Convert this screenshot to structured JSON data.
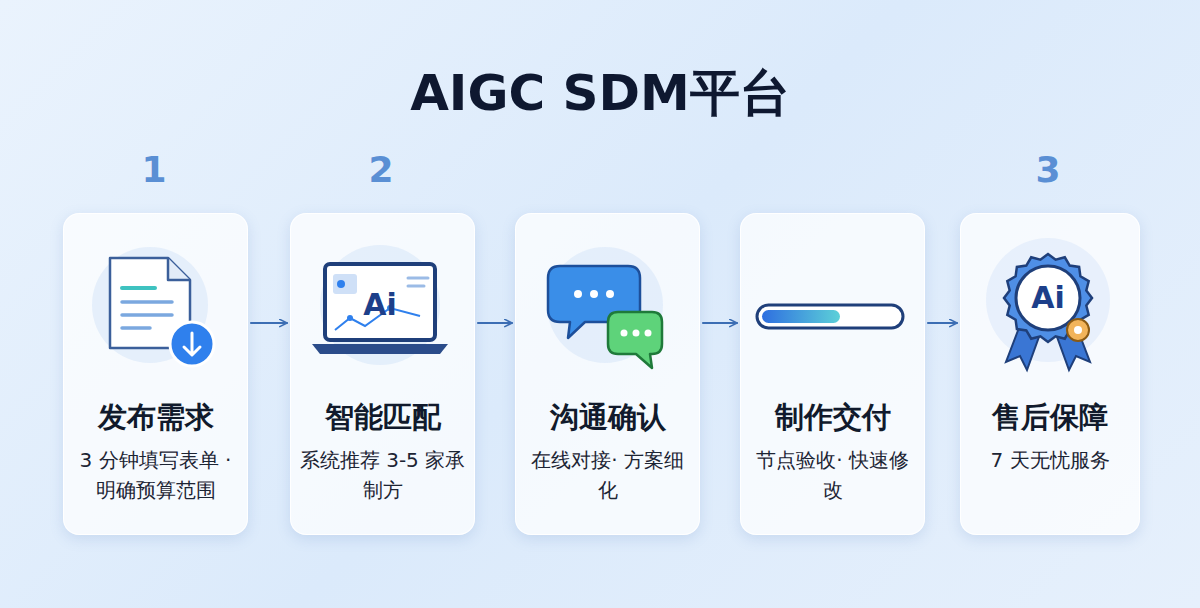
{
  "diagram": {
    "title": "AIGC SDM平台",
    "nodes": [
      {
        "text": [
          "发布需求",
          "3 分钟填写表单 ·明确预算范围"
        ]
      },
      {
        "text": [
          "智能匹配",
          "系统推荐 3-5 家承制方"
        ]
      },
      {
        "text": [
          "沟通确认",
          "在线对接· 方案细化"
        ]
      },
      {
        "text": [
          "制作交付",
          "节点验收· 快速修改"
        ]
      },
      {
        "text": [
          "售后保障",
          "7 天无忧服务"
        ]
      }
    ],
    "edges": [
      {
        "from": 0,
        "to": 1,
        "arrow": "to"
      },
      {
        "from": 1,
        "to": 2,
        "arrow": "to"
      },
      {
        "from": 2,
        "to": 3,
        "arrow": "to"
      },
      {
        "from": 3,
        "to": 4,
        "arrow": "to"
      }
    ],
    "labels": [
      "1",
      "2",
      "3",
      "Ai",
      "Ai"
    ]
  }
}
